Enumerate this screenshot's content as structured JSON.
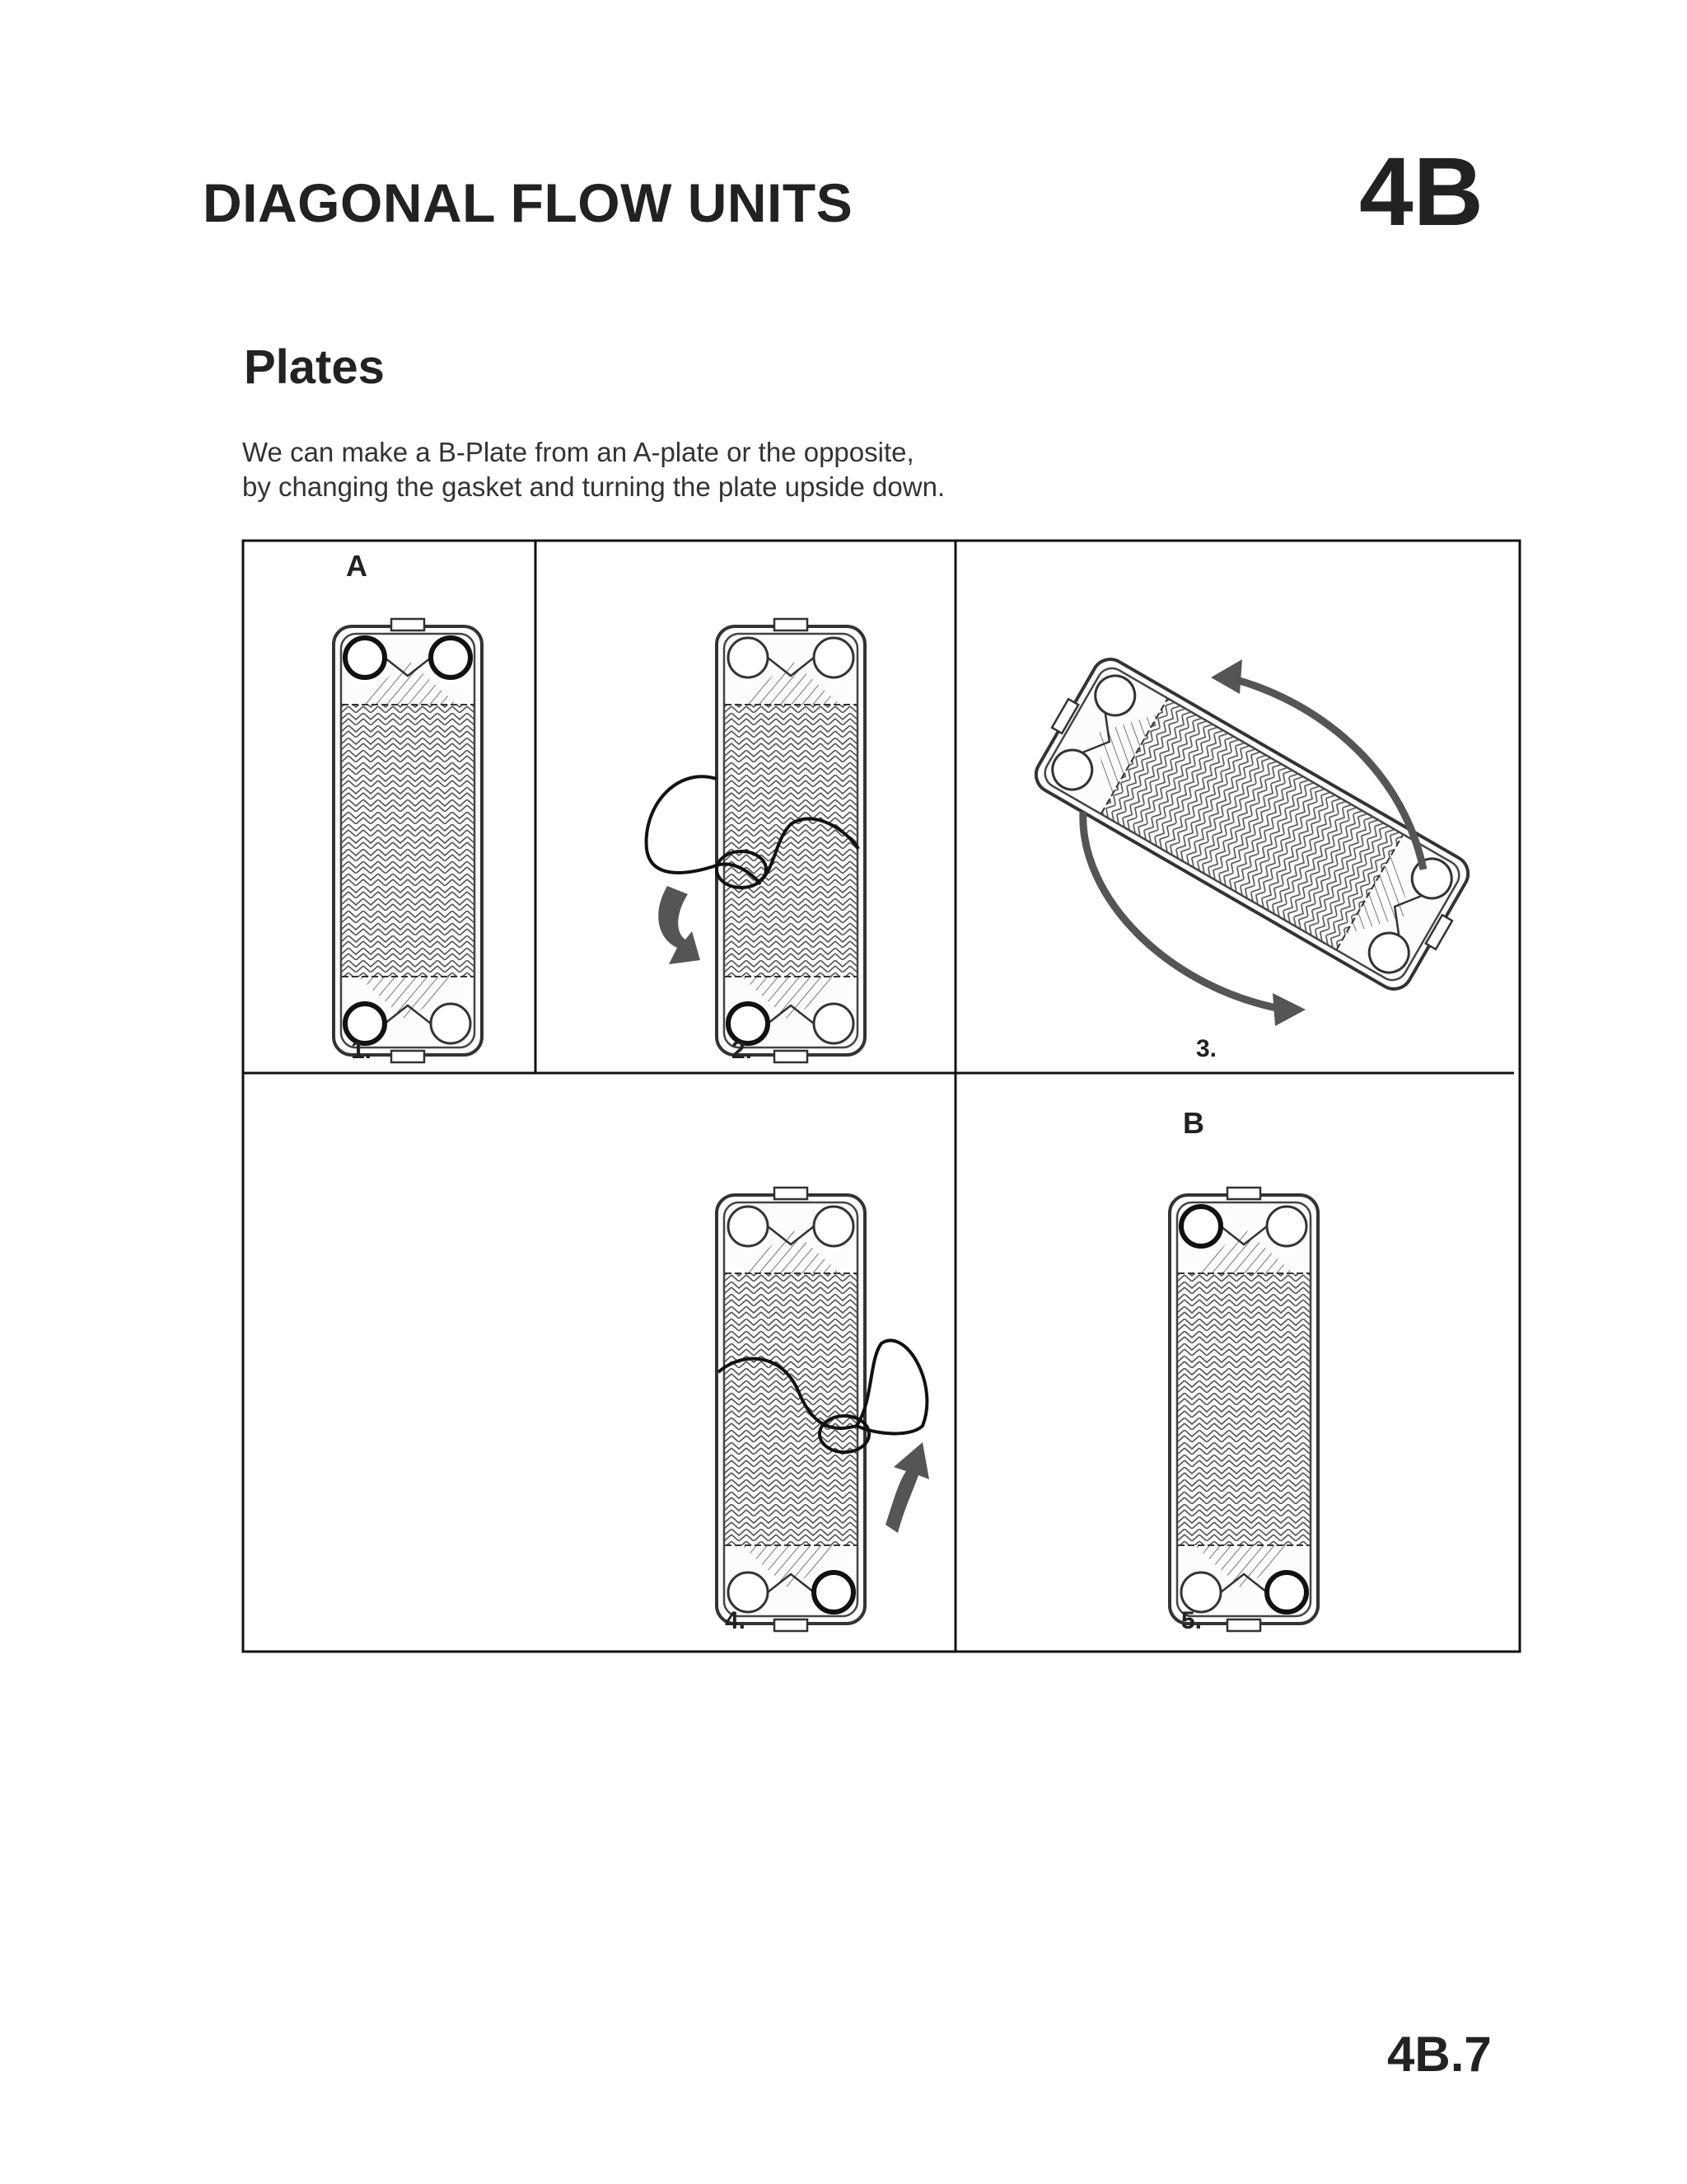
{
  "header": {
    "title": "DIAGONAL FLOW UNITS",
    "section_code": "4B"
  },
  "section": {
    "heading": "Plates",
    "intro_line1": "We can make a B-Plate from an A-plate or the opposite,",
    "intro_line2": "by changing the gasket and turning the plate upside down."
  },
  "figure": {
    "label_a": "A",
    "label_b": "B",
    "steps": [
      "1.",
      "2.",
      "3.",
      "4.",
      "5."
    ]
  },
  "footer": {
    "page_number": "4B.7"
  }
}
